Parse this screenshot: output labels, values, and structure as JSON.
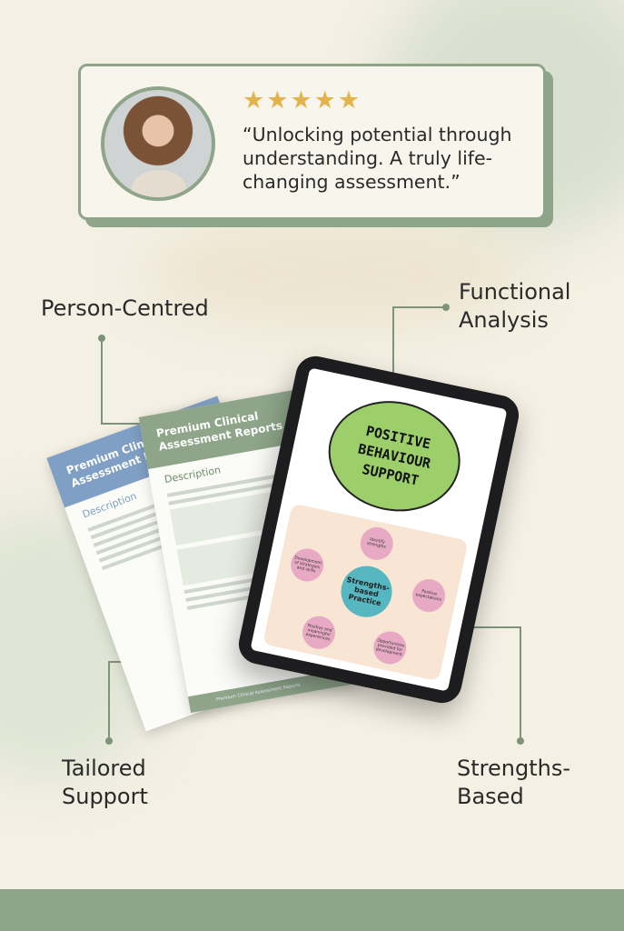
{
  "testimonial": {
    "rating": 5,
    "stars": "★★★★★",
    "quote": "“Unlocking potential through understanding. A truly life-changing assessment.”"
  },
  "features": {
    "person_centred": "Person-Centred",
    "functional_analysis_1": "Functional",
    "functional_analysis_2": "Analysis",
    "tailored_1": "Tailored",
    "tailored_2": "Support",
    "strengths_1": "Strengths-",
    "strengths_2": "Based"
  },
  "documents": {
    "title": "Premium Clinical Assessment Reports",
    "section": "Description",
    "footer": "Premium Clinical Assessment Reports"
  },
  "tablet": {
    "title_1": "POSITIVE",
    "title_2": "BEHAVIOUR",
    "title_3": "SUPPORT",
    "center": "Strengths-based Practice",
    "nodes": [
      "Identify strengths",
      "Positive expectations",
      "Opportunities provided for development",
      "Positive and meaningful experiences",
      "Development of strategies and skills"
    ]
  },
  "colors": {
    "accent": "#8ea58a",
    "background": "#f4f0e4",
    "star": "#e3b44d"
  }
}
